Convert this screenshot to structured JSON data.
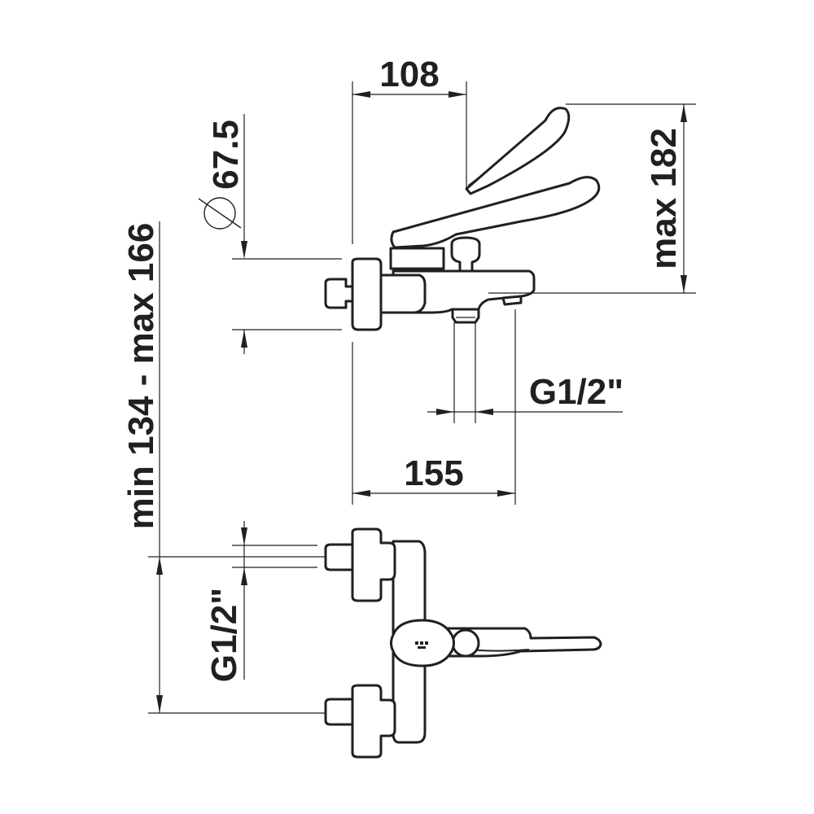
{
  "dimensions": {
    "width_top": "108",
    "height_max": "max 182",
    "diameter": "67.5",
    "thread_side": "G1/2\"",
    "width_bottom": "155",
    "distance": "min 134 - max 166",
    "thread_front": "G1/2\""
  },
  "colors": {
    "line": "#231f20",
    "background": "#ffffff"
  },
  "icons": {
    "diameter_symbol": "diameter-symbol-icon"
  }
}
